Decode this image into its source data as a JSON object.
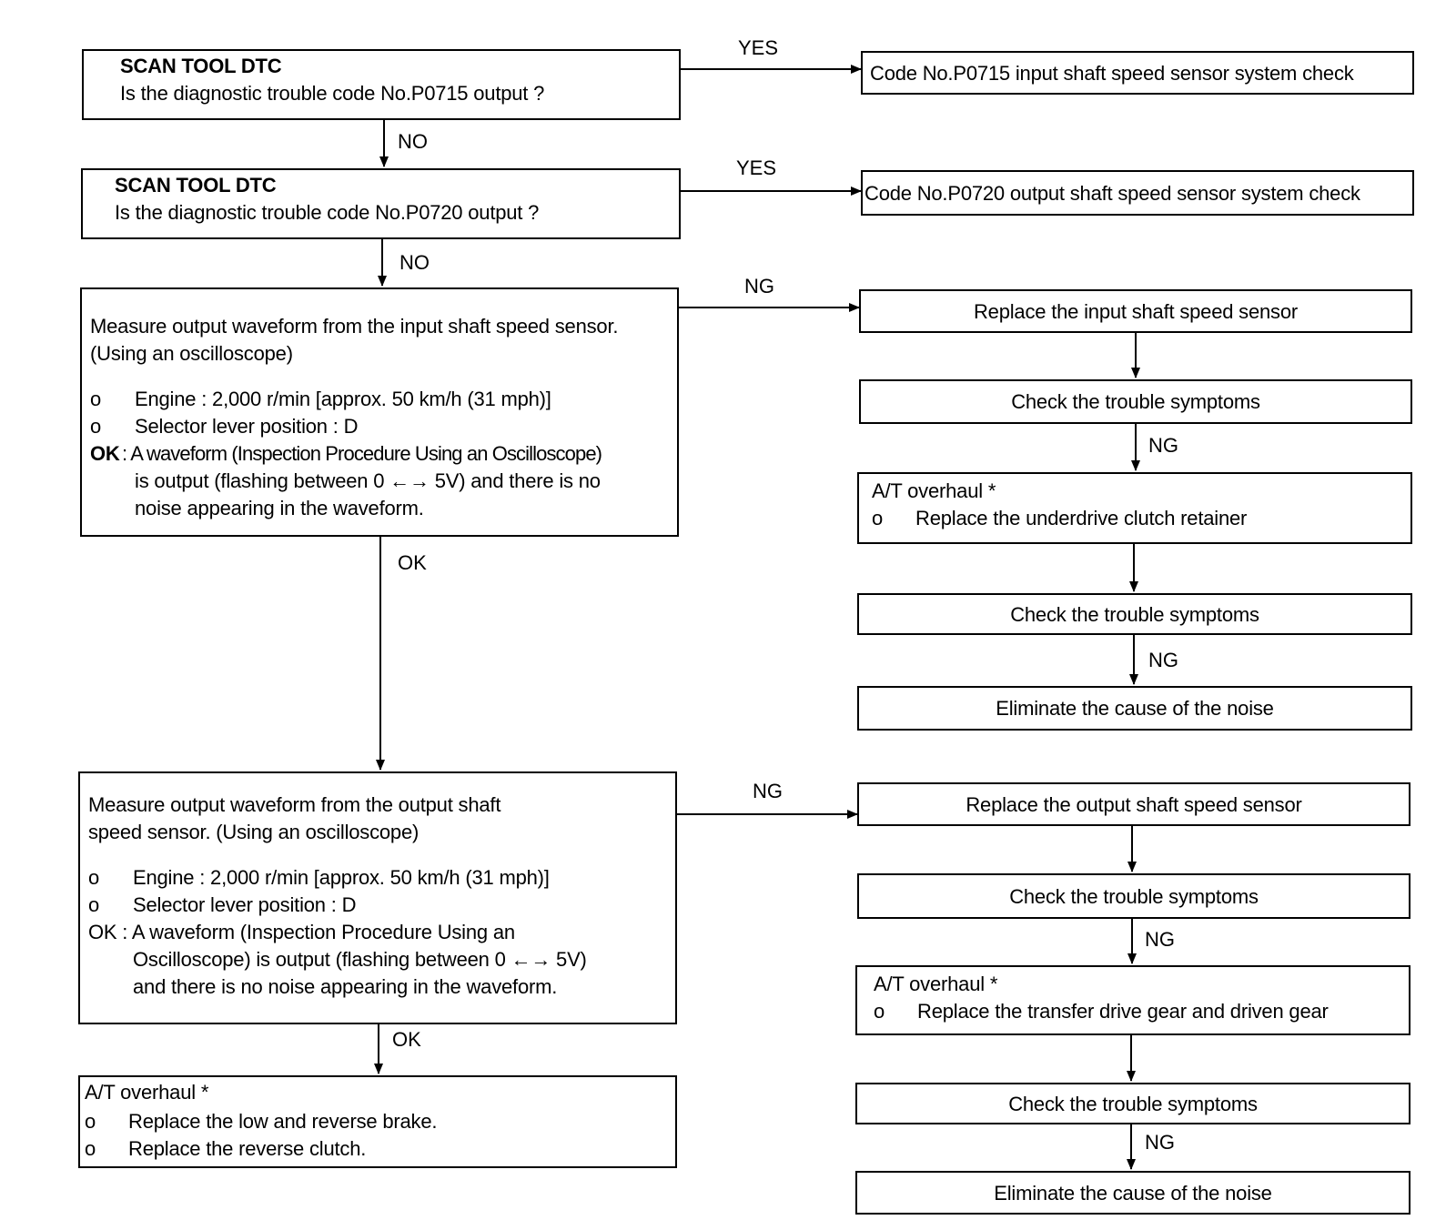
{
  "nodes": {
    "dtc_p0715": {
      "heading": "SCAN TOOL DTC",
      "question": "Is the diagnostic trouble code No.P0715 output ?"
    },
    "dtc_p0720": {
      "heading": "SCAN TOOL DTC",
      "question": "Is the diagnostic trouble code No.P0720 output ?"
    },
    "check_p0715": {
      "text": "Code No.P0715 input shaft speed sensor system check"
    },
    "check_p0720": {
      "text": "Code No.P0720 output shaft speed sensor system check"
    },
    "measure_input": {
      "line1": "Measure output waveform from the input shaft speed sensor.",
      "line2": "(Using an oscilloscope)",
      "bullet": "o",
      "cond1": "Engine : 2,000 r/min [approx. 50 km/h (31 mph)]",
      "cond2": "Selector lever position : D",
      "ok_prefix": "OK",
      "ok_line1": ": A waveform (Inspection Procedure Using an Oscilloscope)",
      "ok_line2": "is output (flashing between 0 ←→ 5V) and there is no",
      "ok_line3": "noise appearing in the waveform."
    },
    "measure_output": {
      "line1": "Measure output waveform from the output shaft",
      "line2": "speed sensor. (Using an oscilloscope)",
      "bullet": "o",
      "cond1": "Engine : 2,000 r/min [approx. 50 km/h (31 mph)]",
      "cond2": "Selector lever position : D",
      "ok_line1": "OK : A waveform (Inspection Procedure Using an",
      "ok_line2": "Oscilloscope) is output (flashing between 0 ←→ 5V)",
      "ok_line3": "and there is no noise appearing in the waveform."
    },
    "replace_input": {
      "text": "Replace the input shaft speed sensor"
    },
    "check_symptoms_1": {
      "text": "Check the trouble symptoms"
    },
    "overhaul_underdrive": {
      "title": "A/T overhaul *",
      "bullet": "o",
      "item": "Replace the underdrive clutch retainer"
    },
    "check_symptoms_2": {
      "text": "Check the trouble symptoms"
    },
    "eliminate_noise_1": {
      "text": "Eliminate the cause of the noise"
    },
    "replace_output": {
      "text": "Replace the output shaft speed sensor"
    },
    "check_symptoms_3": {
      "text": "Check the trouble symptoms"
    },
    "overhaul_transfer": {
      "title": "A/T overhaul *",
      "bullet": "o",
      "item": "Replace the transfer drive gear and driven gear"
    },
    "check_symptoms_4": {
      "text": "Check the trouble symptoms"
    },
    "eliminate_noise_2": {
      "text": "Eliminate the cause of the noise"
    },
    "overhaul_brake": {
      "title": "A/T overhaul *",
      "bullet": "o",
      "item1": "Replace the low and reverse brake.",
      "item2": "Replace the reverse clutch."
    }
  },
  "edges": {
    "yes_1": "YES",
    "no_1": "NO",
    "yes_2": "YES",
    "no_2": "NO",
    "ng_input": "NG",
    "ok_input": "OK",
    "ng_chain_1": "NG",
    "ng_chain_2": "NG",
    "ng_output": "NG",
    "ok_output": "OK",
    "ng_chain_3": "NG",
    "ng_chain_4": "NG"
  }
}
